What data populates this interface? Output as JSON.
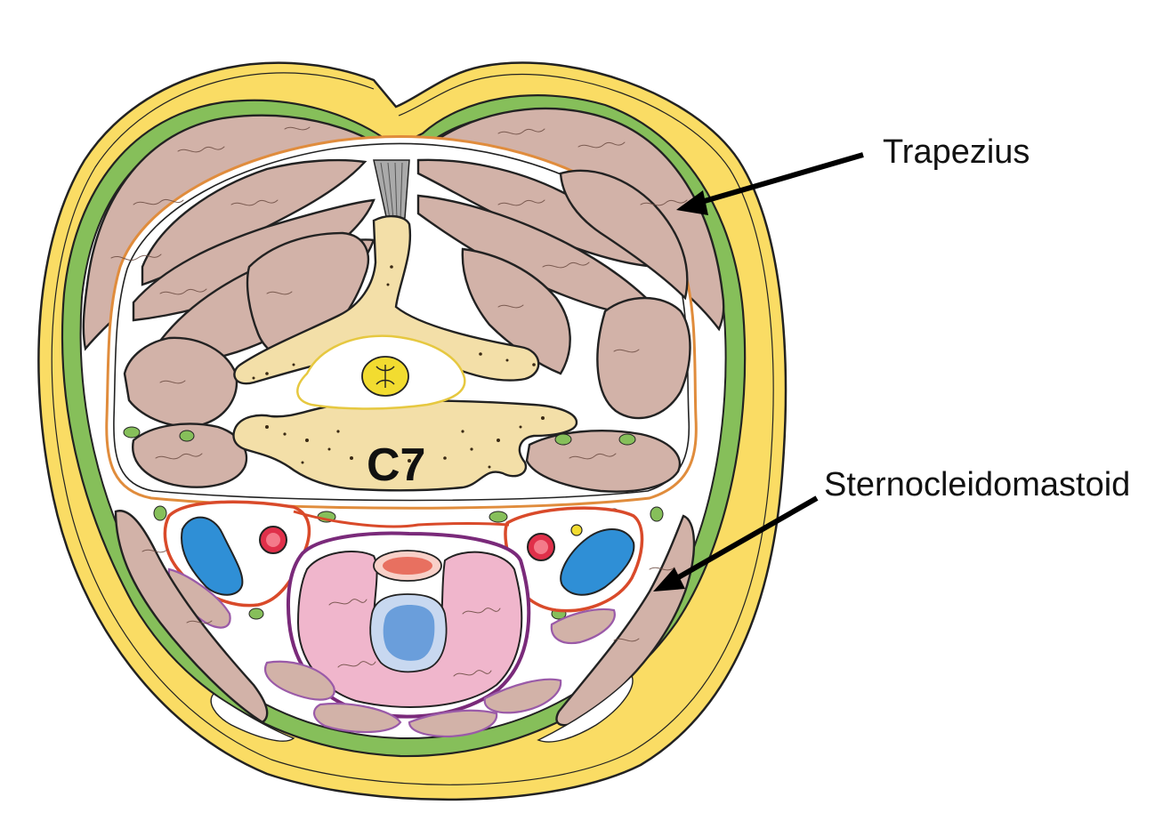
{
  "labels": {
    "trapezius": "Trapezius",
    "sternocleidomastoid": "Sternocleidomastoid",
    "vertebra": "C7"
  },
  "colors": {
    "skin_fat": "#fadc64",
    "fascia_green": "#86bf5a",
    "muscle": "#d2b2a8",
    "bone": "#f3dfa8",
    "spinal_cord": "#f2dc30",
    "carotid_sheath": "#d94a2a",
    "jugular_vein": "#2f8fd6",
    "carotid_artery": "#e0304a",
    "visceral_fascia": "#7a2a7a",
    "thyroid": "#f0b6cc",
    "trachea": "#6a9edb",
    "esophagus": "#e87060",
    "prevertebral_fascia": "#e08c3c",
    "strap_muscles": "#9a5aa8"
  }
}
